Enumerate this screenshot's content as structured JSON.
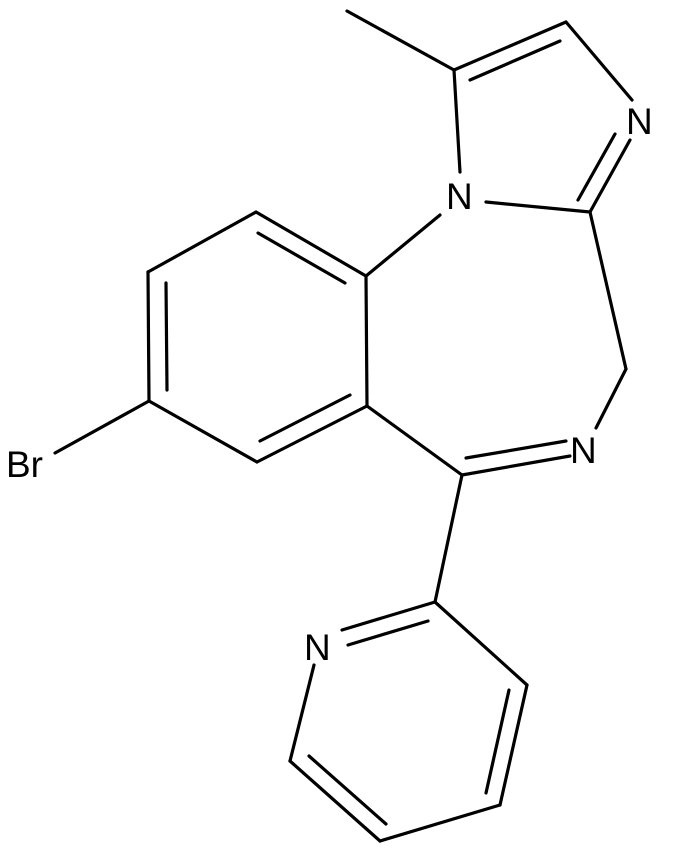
{
  "molecule": {
    "atom_labels": {
      "n_imidazole_ring": "N",
      "n_imidazole_fused": "N",
      "n_azepine": "N",
      "n_pyridine": "N",
      "bromine": "Br"
    }
  },
  "colors": {
    "stroke": "#000000",
    "background": "#ffffff"
  }
}
